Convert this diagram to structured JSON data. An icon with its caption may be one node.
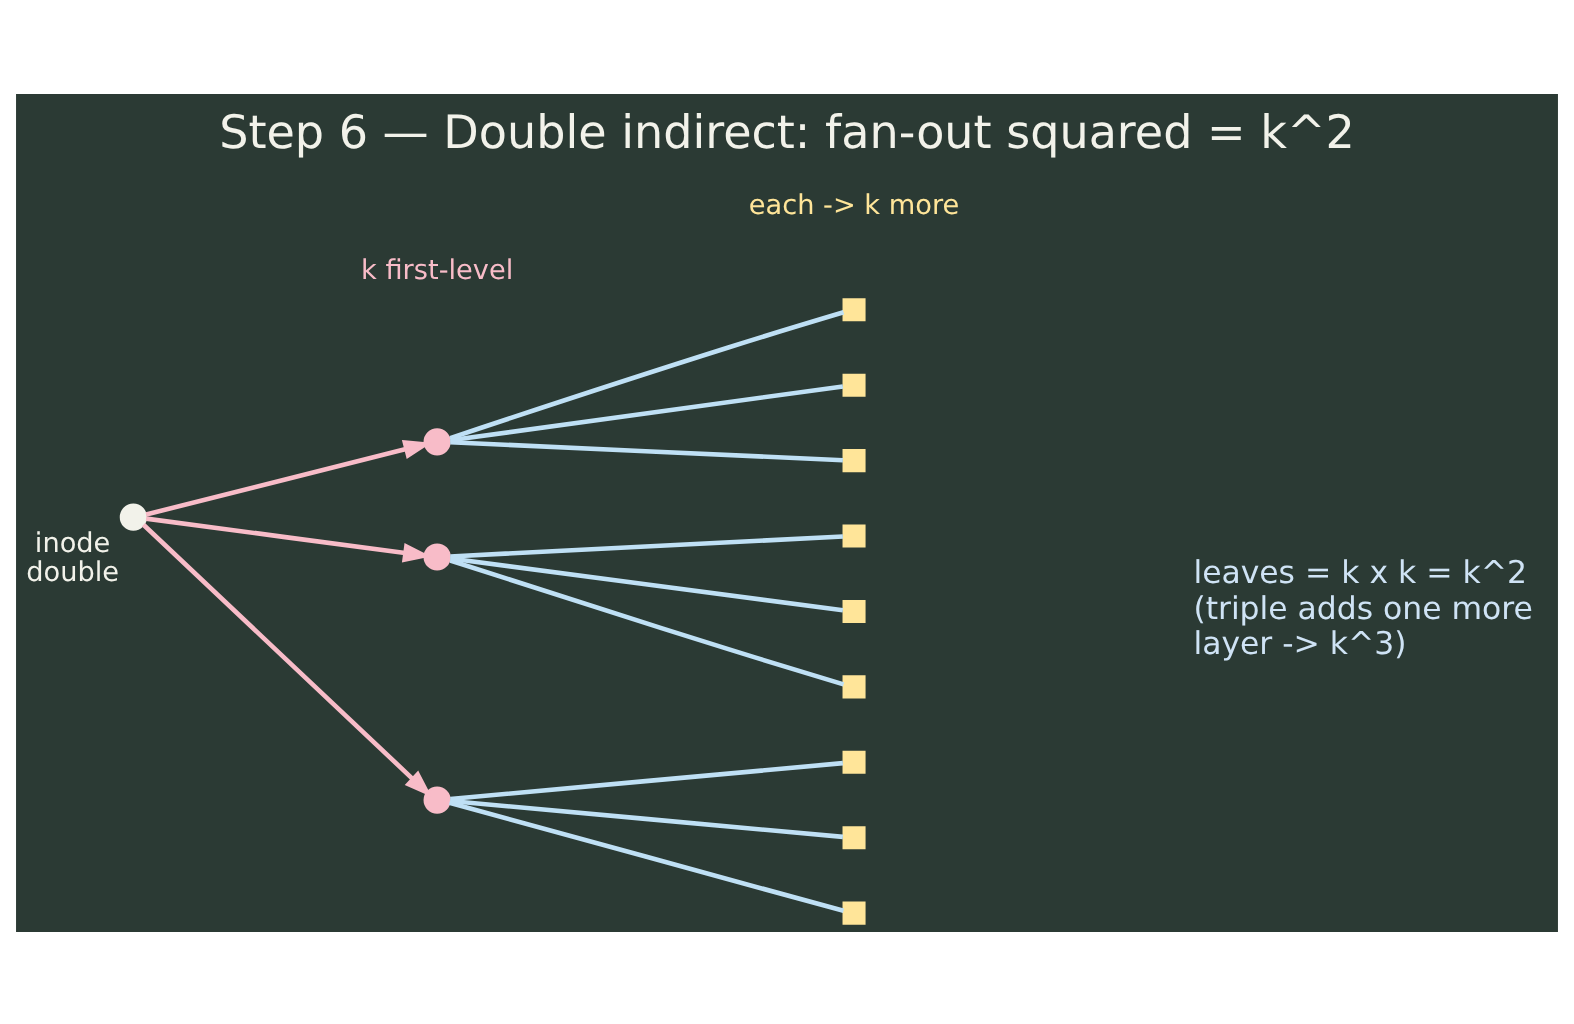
{
  "diagram": {
    "title": "Step 6 — Double indirect: fan-out squared = k^2",
    "nodes": [
      {
        "text": [],
        "shape": "circle",
        "beside": [
          "inode double"
        ]
      },
      {
        "text": [],
        "shape": "circle"
      },
      {
        "text": [],
        "shape": "circle"
      },
      {
        "text": [],
        "shape": "circle"
      },
      {
        "text": [],
        "shape": "box"
      },
      {
        "text": [],
        "shape": "box"
      },
      {
        "text": [],
        "shape": "box"
      },
      {
        "text": [],
        "shape": "box"
      },
      {
        "text": [],
        "shape": "box"
      },
      {
        "text": [],
        "shape": "box"
      },
      {
        "text": [],
        "shape": "box"
      },
      {
        "text": [],
        "shape": "box"
      },
      {
        "text": [],
        "shape": "box"
      }
    ],
    "edges": [
      {
        "from": 0,
        "to": 1,
        "arrow": "to",
        "color": "#f8bcc8"
      },
      {
        "from": 0,
        "to": 2,
        "arrow": "to",
        "color": "#f8bcc8"
      },
      {
        "from": 0,
        "to": 3,
        "arrow": "to",
        "color": "#f8bcc8"
      },
      {
        "from": 1,
        "to": 4,
        "arrow": "none"
      },
      {
        "from": 1,
        "to": 5,
        "arrow": "none"
      },
      {
        "from": 1,
        "to": 6,
        "arrow": "none"
      },
      {
        "from": 2,
        "to": 7,
        "arrow": "none"
      },
      {
        "from": 2,
        "to": 8,
        "arrow": "none"
      },
      {
        "from": 2,
        "to": 9,
        "arrow": "none"
      },
      {
        "from": 3,
        "to": 10,
        "arrow": "none"
      },
      {
        "from": 3,
        "to": 11,
        "arrow": "none"
      },
      {
        "from": 3,
        "to": 12,
        "arrow": "none"
      }
    ],
    "labels": [
      "k first-level",
      "each -> k more",
      "leaves = k x k = k^2 (triple adds one more layer -> k^3)"
    ]
  }
}
